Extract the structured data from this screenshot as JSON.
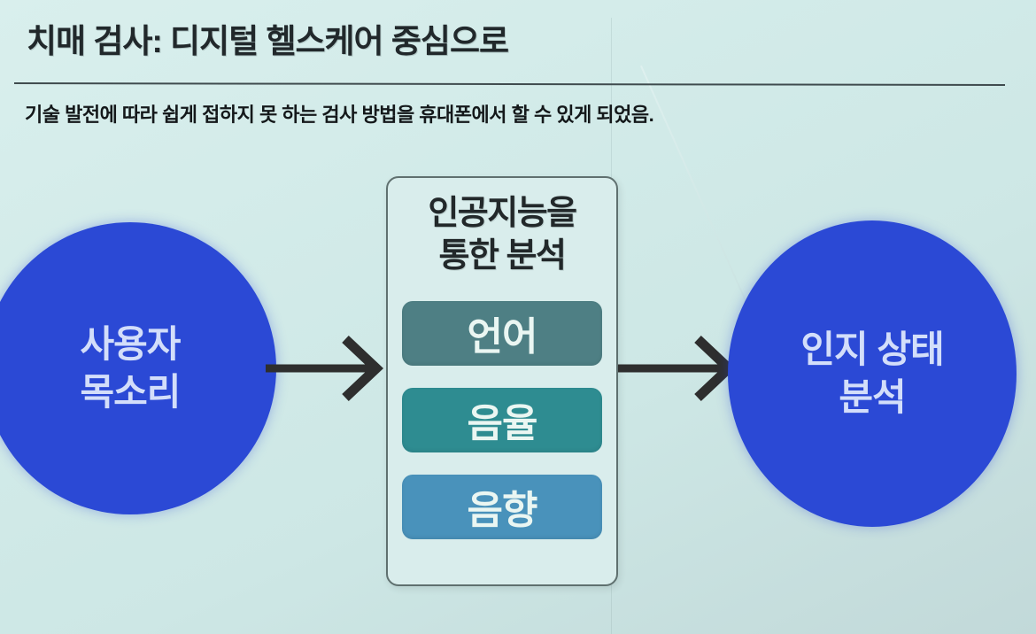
{
  "slide": {
    "title": "치매 검사: 디지털 헬스케어 중심으로",
    "subtitle": "기술 발전에 따라 쉽게 접하지 못 하는 검사 방법을 휴대폰에서 할 수 있게 되었음.",
    "colors": {
      "background": "#cfe9e7",
      "title_text": "#21282b",
      "divider": "#3f4b4e",
      "node_blue": "#2b49d5",
      "node_text": "#d3defa",
      "arrow": "#2e2e2e",
      "box_background": "#d9edec",
      "box_border": "#5f706f"
    }
  },
  "diagram": {
    "input_node": {
      "line1": "사용자",
      "line2": "목소리"
    },
    "process_node": {
      "title_line1": "인공지능을",
      "title_line2": "통한 분석",
      "items": [
        {
          "label": "언어",
          "color": "#4e7f84"
        },
        {
          "label": "음율",
          "color": "#2e8c91"
        },
        {
          "label": "음향",
          "color": "#4992bb"
        }
      ]
    },
    "output_node": {
      "line1": "인지 상태",
      "line2": "분석"
    }
  }
}
